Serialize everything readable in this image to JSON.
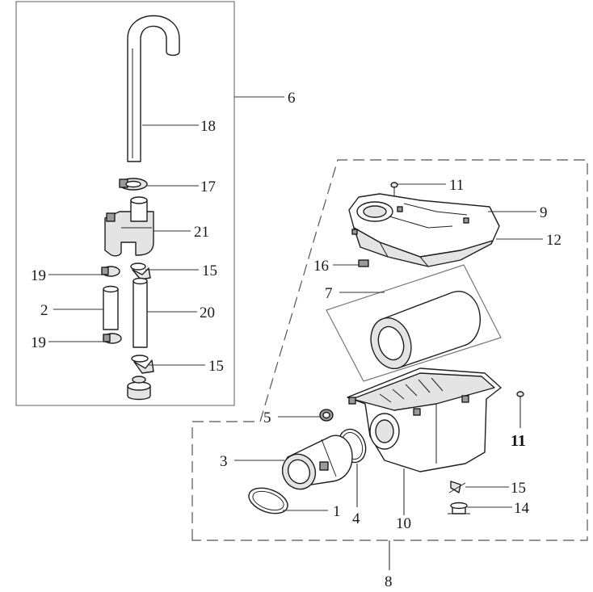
{
  "diagram": {
    "callouts": {
      "c1": "1",
      "c2": "2",
      "c3": "3",
      "c4": "4",
      "c5": "5",
      "c6": "6",
      "c7": "7",
      "c8": "8",
      "c9": "9",
      "c10": "10",
      "c11a": "11",
      "c11b": "11",
      "c12": "12",
      "c14": "14",
      "c15a": "15",
      "c15b": "15",
      "c15c": "15",
      "c16": "16",
      "c17": "17",
      "c18": "18",
      "c19a": "19",
      "c19b": "19",
      "c20": "20",
      "c21": "21"
    }
  }
}
